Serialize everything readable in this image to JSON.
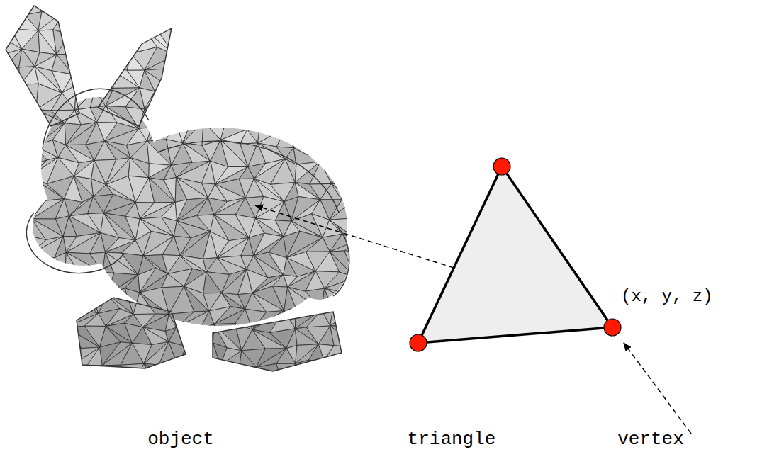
{
  "diagram": {
    "labels": [
      "object",
      "triangle",
      "vertex",
      "(x, y, z)"
    ]
  }
}
